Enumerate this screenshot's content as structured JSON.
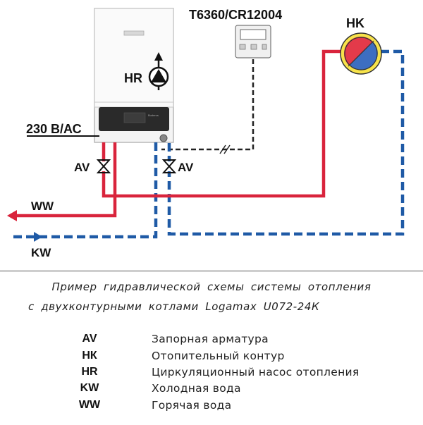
{
  "diagram": {
    "labels": {
      "thermostat": "T6360/CR12004",
      "heating_circuit": "HK",
      "pump": "HR",
      "power": "230 В/АС",
      "valve_left": "AV",
      "valve_right": "AV",
      "hot_water": "WW",
      "cold_water": "KW"
    },
    "colors": {
      "supply": "#d9243c",
      "return": "#1f5aa6",
      "signal": "#222222"
    }
  },
  "caption": {
    "line1": "Пример гидравлической схемы системы отопления",
    "line2": "с двухконтурными котлами Logamax U072-24К"
  },
  "legend": [
    {
      "code": "AV",
      "desc": "Запорная арматура"
    },
    {
      "code": "НК",
      "desc": "Отопительный контур"
    },
    {
      "code": "HR",
      "desc": "Циркуляционный насос отопления"
    },
    {
      "code": "KW",
      "desc": "Холодная вода"
    },
    {
      "code": "WW",
      "desc": "Горячая вода"
    }
  ]
}
